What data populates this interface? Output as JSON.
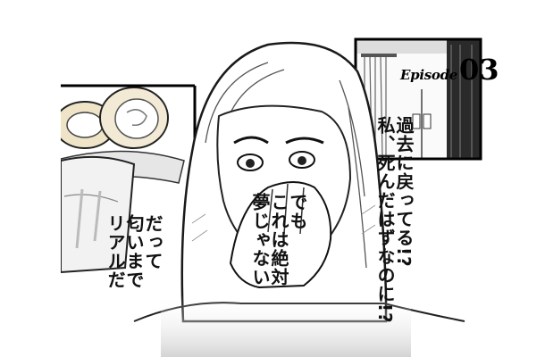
{
  "episode": {
    "label": "Episode",
    "number": "03"
  },
  "bubbles": {
    "left": {
      "lines": [
        "だって",
        "匂いまで",
        "リアルだ"
      ]
    },
    "middle": {
      "lines": [
        "でも",
        "これは絶対",
        "夢じゃない"
      ]
    },
    "right": {
      "lines": [
        "過去に戻ってる!?",
        "私、死んだはずなのに!?"
      ]
    }
  }
}
